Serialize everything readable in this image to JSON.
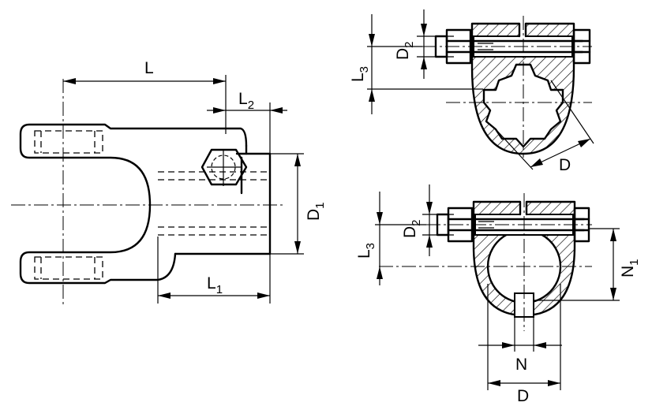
{
  "labels": {
    "L": "L",
    "L2": {
      "main": "L",
      "sub": "2"
    },
    "L1": {
      "main": "L",
      "sub": "1"
    },
    "D1": {
      "main": "D",
      "sub": "1"
    },
    "D2_top": {
      "main": "D",
      "sub": "2"
    },
    "L3_top": {
      "main": "L",
      "sub": "3"
    },
    "D_top": "D",
    "D2_bottom": {
      "main": "D",
      "sub": "2"
    },
    "L3_bottom": {
      "main": "L",
      "sub": "3"
    },
    "N1": {
      "main": "N",
      "sub": "1"
    },
    "N": "N",
    "D_bottom": "D"
  }
}
